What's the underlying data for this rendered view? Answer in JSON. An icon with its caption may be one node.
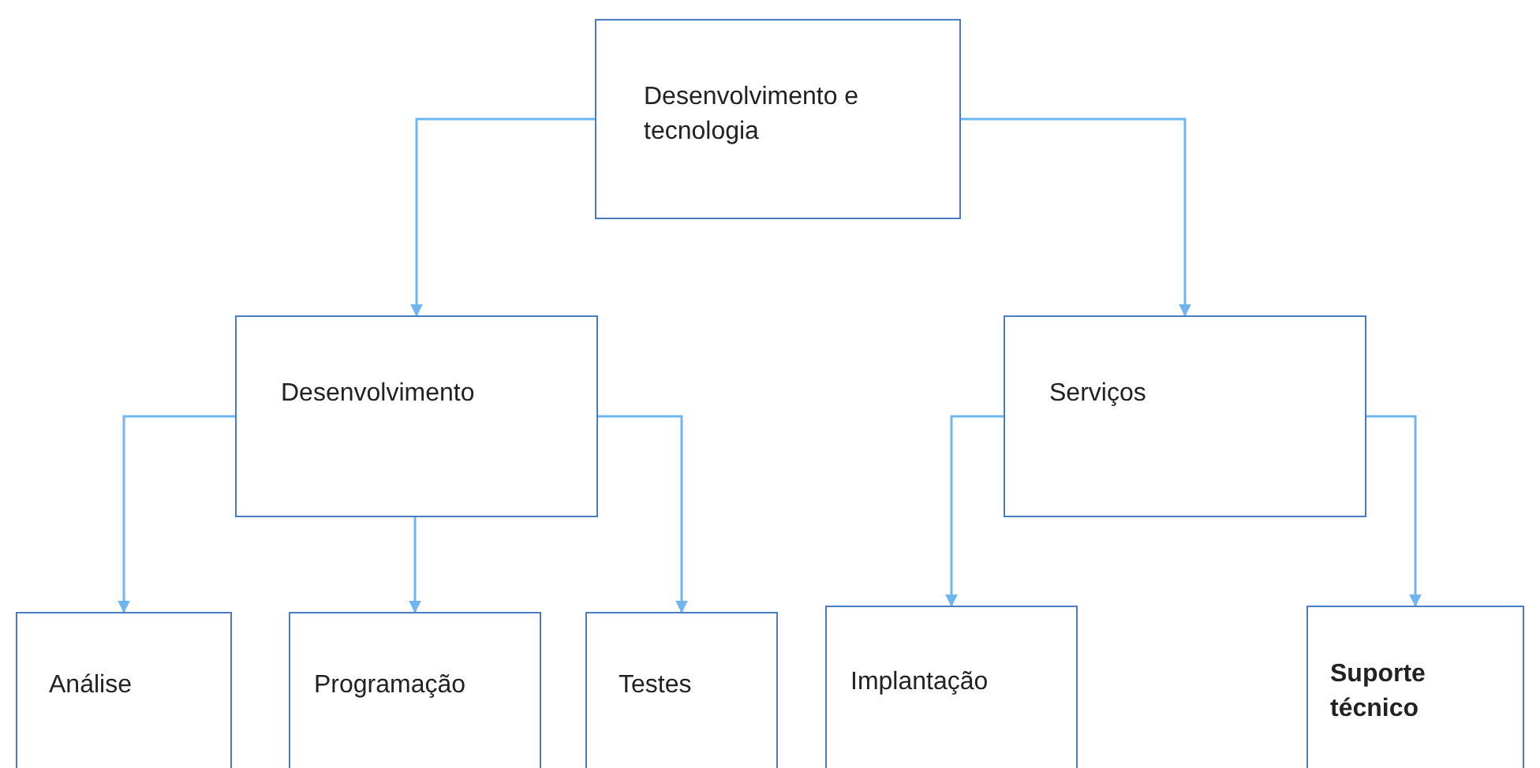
{
  "diagram": {
    "nodes": [
      {
        "text": [
          "Desenvolvimento e tecnologia"
        ]
      },
      {
        "text": [
          "Desenvolvimento"
        ]
      },
      {
        "text": [
          "Serviços"
        ]
      },
      {
        "text": [
          "Análise"
        ]
      },
      {
        "text": [
          "Programação"
        ]
      },
      {
        "text": [
          "Testes"
        ]
      },
      {
        "text": [
          "Implantação"
        ]
      },
      {
        "text": [
          "Suporte técnico"
        ]
      }
    ],
    "edges": [
      {
        "from": 0,
        "to": 1,
        "arrow": "to"
      },
      {
        "from": 0,
        "to": 2,
        "arrow": "to"
      },
      {
        "from": 1,
        "to": 3,
        "arrow": "to"
      },
      {
        "from": 1,
        "to": 4,
        "arrow": "to"
      },
      {
        "from": 1,
        "to": 5,
        "arrow": "to"
      },
      {
        "from": 2,
        "to": 6,
        "arrow": "to"
      },
      {
        "from": 2,
        "to": 7,
        "arrow": "to"
      }
    ]
  }
}
